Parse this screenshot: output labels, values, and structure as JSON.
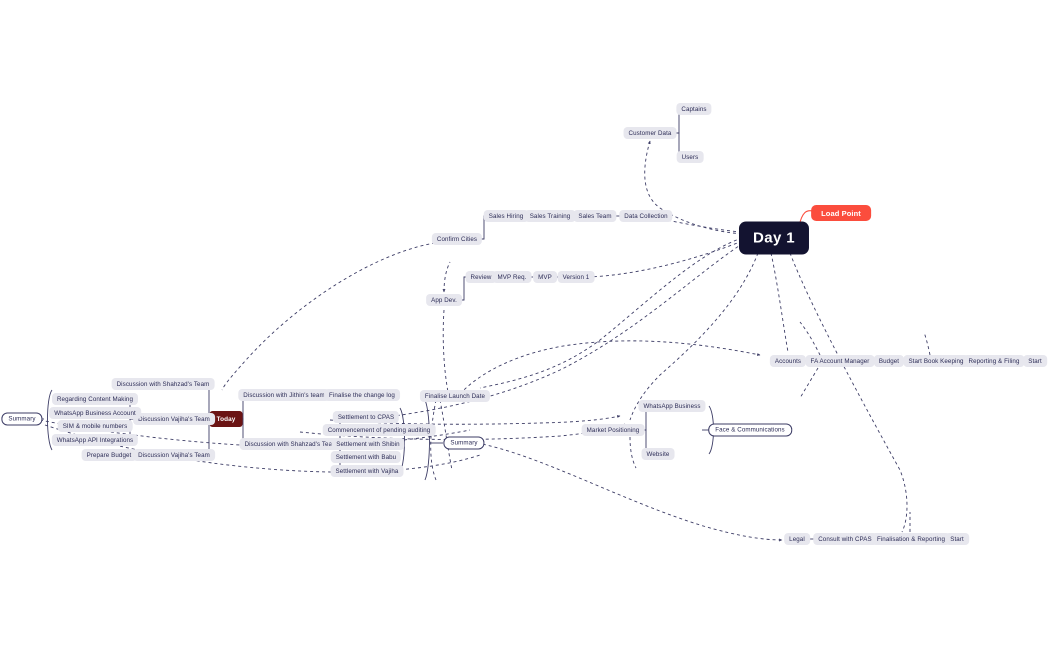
{
  "diagram": {
    "title": "Day 1",
    "type": "mind-map",
    "colors": {
      "root_fill": "#131330",
      "root_text": "#ffffff",
      "node_fill": "#e7e7ee",
      "node_text": "#2b2b55",
      "accent_fill": "#fb4d3d",
      "today_fill": "#6b1414",
      "edge": "#3d3d66",
      "background": "#ffffff"
    }
  },
  "nodes": {
    "root": "Day 1",
    "load_point": "Load Point",
    "today": "Today",
    "customer_data": "Customer Data",
    "captains": "Captains",
    "users": "Users",
    "sales_hiring": "Sales Hiring",
    "sales_training": "Sales Training",
    "sales_team": "Sales Team",
    "data_collection": "Data Collection",
    "confirm_cities": "Confirm Cities",
    "app_dev": "App Dev.",
    "review": "Review",
    "mvp_req": "MVP Req.",
    "mvp": "MVP",
    "version_1": "Version 1",
    "accounts": "Accounts",
    "fa_account_manager": "FA Account Manager",
    "budget": "Budget",
    "start_book_keeping": "Start Book Keeping",
    "reporting_filing": "Reporting & Filing",
    "start_accounts": "Start",
    "legal": "Legal",
    "consult_with_cpas": "Consult with CPAS",
    "finalisation_reporting": "Finalisation & Reporting",
    "start_legal": "Start",
    "market_positioning": "Market Positioning",
    "whatsapp_business": "WhatsApp Business",
    "website": "Website",
    "face_communications": "Face & Communications",
    "summary_left": "Summary",
    "summary_mid": "Summary",
    "discussion_shahzad_top": "Discussion with Shahzad's Team",
    "discussion_vajiha_top": "Discussion Vajiha's Team",
    "regarding_content_making": "Regarding Content Making",
    "whatsapp_business_account": "WhatsApp Business Account",
    "sim_mobile_numbers": "SIM & mobile numbers",
    "whatsapp_api_integrations": "WhatsApp API Integrations",
    "prepare_budget": "Prepare Budget",
    "discussion_vajiha_bottom": "Discussion Vajiha's Team",
    "discussion_jithin": "Discussion with Jithin's team",
    "finalise_change_log": "Finalise the change log",
    "discussion_shahzad_mid": "Discussion with Shahzad's Team",
    "settlement_to_cpas": "Settlement to CPAS",
    "commencement_pending_auditing": "Commencement of pending auditing",
    "settlement_with_shibin": "Settlement with Shibin",
    "settlement_with_babu": "Settlement with Babu",
    "settlement_with_vajiha": "Settlement with Vajiha",
    "finalise_launch_date": "Finalise Launch Date"
  }
}
